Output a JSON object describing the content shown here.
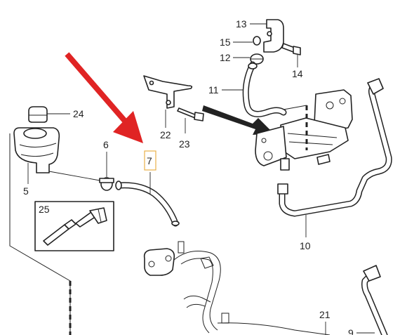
{
  "diagram": {
    "callouts": {
      "c5": "5",
      "c6": "6",
      "c7": "7",
      "c9": "9",
      "c10": "10",
      "c11": "11",
      "c12": "12",
      "c13": "13",
      "c14": "14",
      "c15": "15",
      "c21": "21",
      "c22": "22",
      "c23": "23",
      "c24": "24",
      "c25": "25"
    },
    "colors": {
      "arrow": "#e02424",
      "highlight_box": "#e8b04a",
      "line_art": "#222222"
    }
  }
}
